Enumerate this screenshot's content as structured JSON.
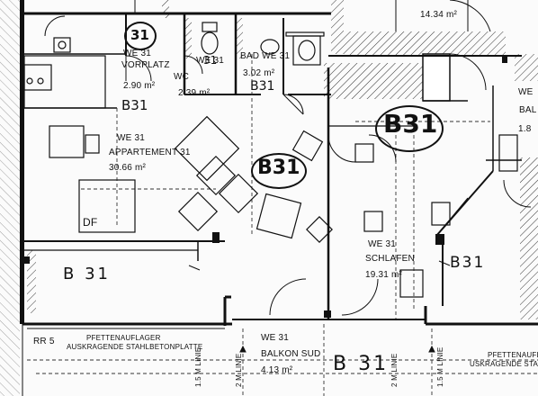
{
  "rooms": {
    "wohnen_top": {
      "area": "14.34 m²"
    },
    "vorplatz": {
      "unit": "WE 31",
      "name": "VORPLATZ",
      "area": "2.90 m²"
    },
    "wc": {
      "unit": "WE 31",
      "name": "WC",
      "area": "2.39 m²"
    },
    "bad": {
      "unit": "WE 31",
      "name": "BAD WE 31",
      "area": "3.02 m²"
    },
    "appartement": {
      "unit": "WE 31",
      "name": "APPARTEMENT 31",
      "area": "30.66 m²"
    },
    "schlafen": {
      "unit": "WE 31",
      "name": "SCHLAFEN",
      "area": "19.31 m²"
    },
    "balkon_sued": {
      "unit": "WE 31",
      "name": "BALKON SUD",
      "area": "4.13 m²"
    },
    "right_edge": {
      "unit": "WE",
      "name": "BAL",
      "area": "1.8"
    }
  },
  "labels": {
    "df": "DF",
    "rr5": "RR 5",
    "pettenauflager_left_1": "PFETTENAUFLAGER",
    "pettenauflager_left_2": "AUSKRAGENDE STAHLBETONPLATTE",
    "pettenauflager_right_1": "PFETTENAUFLAGER",
    "pettenauflager_right_2": "USKRAGENDE STAHLBETO",
    "linie_15_left": "1.5 M LINIE",
    "linie_2_left": "2 M LINIE",
    "linie_2_right": "2 M LINIE",
    "linie_15_right": "1.5 M LINIE"
  },
  "handwriting": {
    "b31_bathroom_1": "31",
    "b31_wc": "31",
    "b31_bad": "B31",
    "b31_vorplatz": "B31",
    "b31_center": "B31",
    "b31_schlafen": "B31",
    "b31_left_balcony": "B 31",
    "b31_right_balcony": "B31",
    "b31_bottom": "B 31"
  }
}
